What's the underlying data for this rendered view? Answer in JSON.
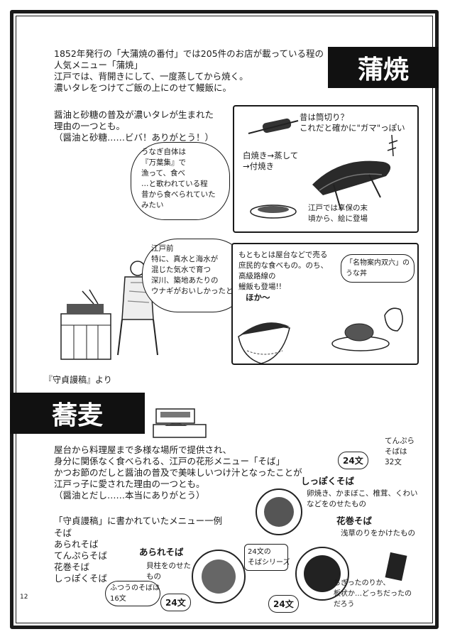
{
  "kabayaki": {
    "banner": "蒲焼",
    "intro": "1852年発行の「大蒲焼の番付」では205件のお店が載っている程の\n人気メニュー「蒲焼」\n江戸では、背開きにして、一度蒸してから焼く。\n濃いタレをつけてご飯の上にのせて鰻飯に。",
    "reason": "醤油と砂糖の普及が濃いタレが生まれた\n理由の一つとも。\n（醤油と砂糖……ビバ！ありがとう！）",
    "panel1_text1": "昔は筒切り？\nこれだと確かに\"ガマ\"っぽい",
    "panel1_text2": "白焼き→蒸して\n→付焼き",
    "panel1_text3": "江戸では享保の末\n頃から、絵に登場",
    "bubble1": "うなぎ自体は\n『万葉集』で\n漁って、食べ\n…と歌われている程\n昔から食べられていた\nみたい",
    "bubble2": "江戸前\n特に、真水と海水が\n混じた気水で育つ\n深川、築地あたりの\nウナギがおいしかったとか",
    "panel2_text1": "もともとは屋台などで売る\n庶民的な食べもの。のち、\n高級路線の\n鰻飯も登場!!",
    "panel2_text2": "「名物案内双六」の\nうな丼",
    "panel2_text3": "ほか〜",
    "caption": "『守貞謾稿』より"
  },
  "soba": {
    "banner": "蕎麦",
    "intro": "屋台から料理屋まで多様な場所で提供され、\n身分に関係なく食べられる、江戸の花形メニュー「そば」\nかつお節のだしと醤油の普及で美味しいつけ汁となったことが\n江戸っ子に愛された理由の一つとも。\n（醤油とだし……本当にありがとう）",
    "list_title": "「守貞謾稿」に書かれていたメニュー一例",
    "menu": [
      "そば",
      "あられそば",
      "てんぷらそば",
      "花巻そば",
      "しっぽくそば"
    ],
    "tempura_note": "てんぷら\nそばは\n32文",
    "price_24": "24文",
    "shippoku_title": "しっぽくそば",
    "shippoku_desc": "卵焼き、かまぼこ、椎茸、くわい\nなどをのせたもの",
    "hanamaki_title": "花巻そば",
    "hanamaki_desc": "浅草のりをかけたもの",
    "arare_title": "あられそば",
    "arare_desc": "貝柱をのせた\nもの",
    "futsu_note": "ふつうのそばは\n16文",
    "series_label": "24文の\nそばシリーズ",
    "nori_note": "ちぎったのりか、\n板状か…どっちだったの\nだろう"
  },
  "page_number": "12"
}
